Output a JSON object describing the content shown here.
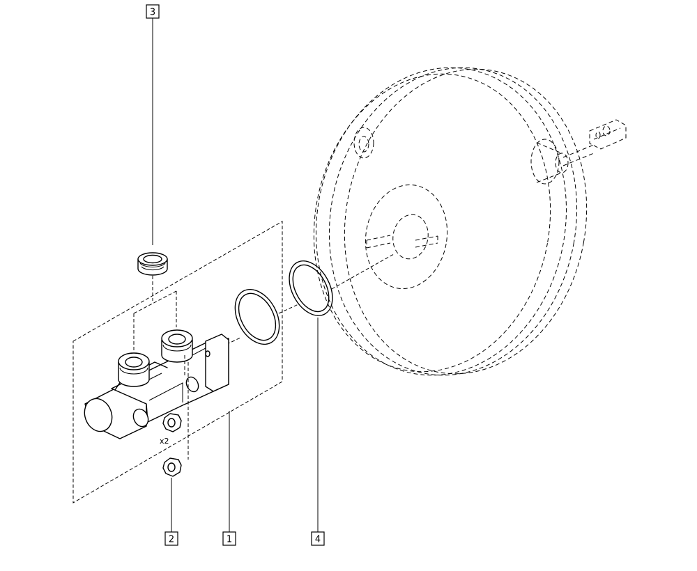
{
  "callouts": [
    {
      "id": "1",
      "label": "1",
      "part": "master-cylinder"
    },
    {
      "id": "2",
      "label": "2",
      "part": "nut"
    },
    {
      "id": "3",
      "label": "3",
      "part": "grommet"
    },
    {
      "id": "4",
      "label": "4",
      "part": "seal-ring"
    }
  ],
  "quantity_note": "x2",
  "colors": {
    "line": "#000000",
    "background": "#ffffff"
  }
}
